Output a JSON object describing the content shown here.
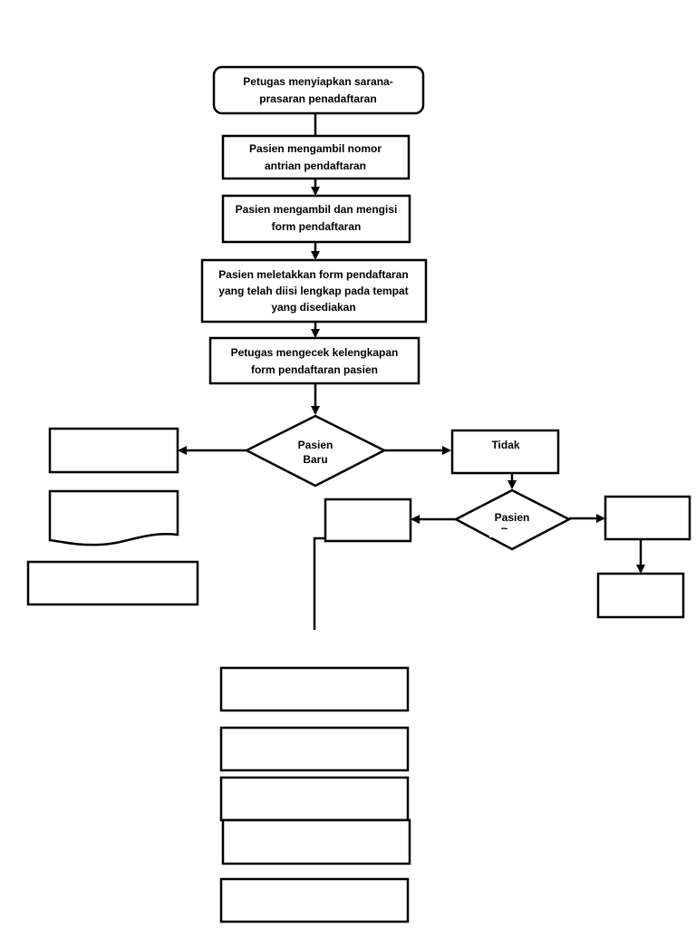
{
  "nodes": {
    "step1": {
      "line1": "Petugas menyiapkan sarana-",
      "line2": "prasaran penadaftaran"
    },
    "step2": {
      "line1": "Pasien mengambil nomor",
      "line2": "antrian pendaftaran"
    },
    "step3": {
      "line1": "Pasien mengambil dan mengisi",
      "line2": "form pendaftaran"
    },
    "step4": {
      "line1": "Pasien meletakkan form pendaftaran",
      "line2": "yang telah diisi lengkap pada tempat",
      "line3": "yang disediakan"
    },
    "step5": {
      "line1": "Petugas mengecek kelengkapan",
      "line2": "form pendaftaran pasien"
    },
    "decision_new": {
      "line1": "Pasien",
      "line2": "Baru"
    },
    "no_box": {
      "text": "Tidak"
    },
    "decision_second": {
      "line1": "Pasien",
      "line2": "B"
    }
  },
  "colors": {
    "stroke": "#000000",
    "background": "#ffffff"
  }
}
